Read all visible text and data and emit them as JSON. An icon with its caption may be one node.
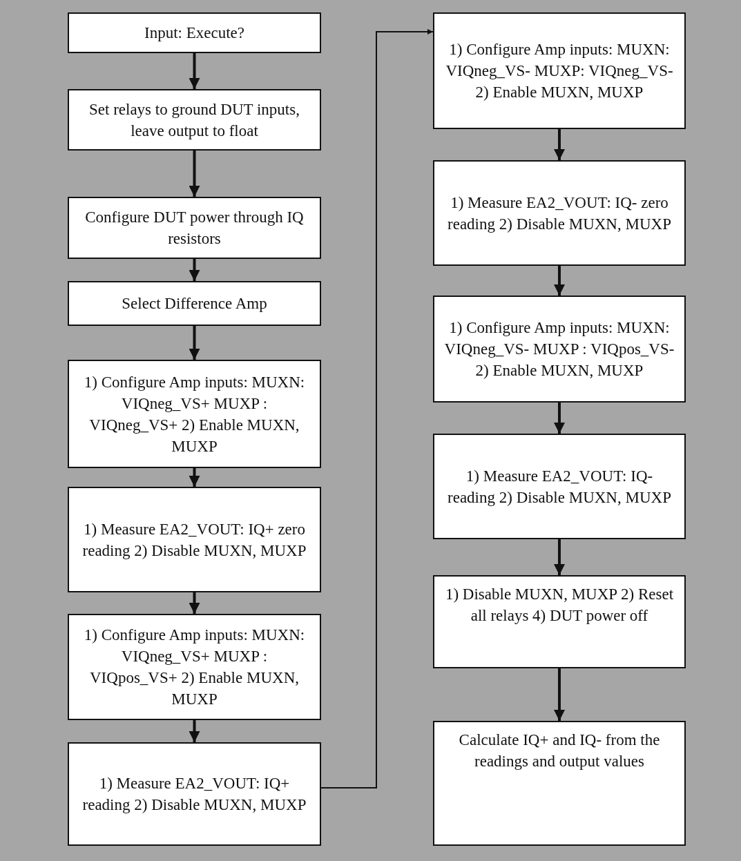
{
  "diagram": {
    "nodes": [
      {
        "text": [
          "Input: Execute?"
        ]
      },
      {
        "text": [
          "Set relays to ground DUT inputs, leave output to float"
        ]
      },
      {
        "text": [
          "Configure DUT power through IQ resistors"
        ]
      },
      {
        "text": [
          "Select Difference Amp"
        ]
      },
      {
        "text": [
          "1) Configure Amp inputs: MUXN: VIQneg_VS+ MUXP : VIQneg_VS+ 2) Enable MUXN, MUXP"
        ]
      },
      {
        "text": [
          "1) Measure EA2_VOUT: IQ+ zero reading 2) Disable MUXN, MUXP"
        ]
      },
      {
        "text": [
          "1) Configure Amp inputs: MUXN: VIQneg_VS+ MUXP : VIQpos_VS+ 2) Enable MUXN, MUXP"
        ]
      },
      {
        "text": [
          "1) Measure EA2_VOUT: IQ+ reading 2) Disable MUXN, MUXP"
        ]
      },
      {
        "text": [
          "1) Configure Amp inputs: MUXN: VIQneg_VS- MUXP: VIQneg_VS- 2) Enable MUXN, MUXP"
        ]
      },
      {
        "text": [
          "1) Measure EA2_VOUT: IQ- zero reading 2) Disable MUXN, MUXP"
        ]
      },
      {
        "text": [
          "1) Configure Amp inputs: MUXN: VIQneg_VS- MUXP : VIQpos_VS- 2) Enable MUXN, MUXP"
        ]
      },
      {
        "text": [
          "1) Measure EA2_VOUT: IQ- reading 2) Disable MUXN, MUXP"
        ]
      },
      {
        "text": [
          "1) Disable MUXN, MUXP 2) Reset all relays 4) DUT power off"
        ]
      },
      {
        "text": [
          "Calculate IQ+ and IQ- from the readings and output values"
        ]
      }
    ],
    "edges": [
      {
        "from": 0,
        "to": 1,
        "arrow": "to"
      },
      {
        "from": 1,
        "to": 2,
        "arrow": "to"
      },
      {
        "from": 2,
        "to": 3,
        "arrow": "to"
      },
      {
        "from": 3,
        "to": 4,
        "arrow": "to"
      },
      {
        "from": 4,
        "to": 5,
        "arrow": "to"
      },
      {
        "from": 5,
        "to": 6,
        "arrow": "to"
      },
      {
        "from": 6,
        "to": 7,
        "arrow": "to"
      },
      {
        "from": 7,
        "to": 8,
        "arrow": "to"
      },
      {
        "from": 8,
        "to": 9,
        "arrow": "to"
      },
      {
        "from": 9,
        "to": 10,
        "arrow": "to"
      },
      {
        "from": 10,
        "to": 11,
        "arrow": "to"
      },
      {
        "from": 11,
        "to": 12,
        "arrow": "to"
      },
      {
        "from": 12,
        "to": 13,
        "arrow": "to"
      }
    ]
  }
}
